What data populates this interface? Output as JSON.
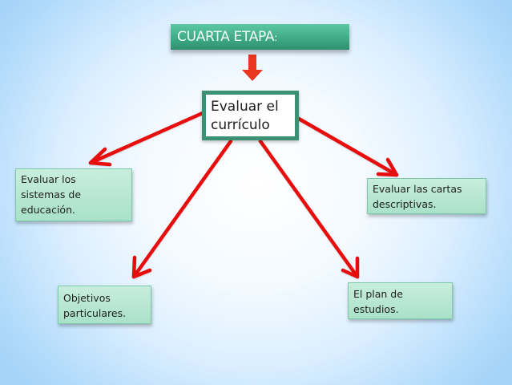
{
  "title": {
    "text": "CUARTA ETAPA",
    "suffix": ":"
  },
  "center_node": {
    "line1": "Evaluar el",
    "line2": "currículo"
  },
  "nodes": [
    {
      "id": "left",
      "lines": [
        "Evaluar los",
        "sistemas de",
        "educación."
      ]
    },
    {
      "id": "right",
      "lines": [
        "Evaluar las cartas",
        "descriptivas."
      ]
    },
    {
      "id": "bottom-left",
      "lines": [
        "Objetivos",
        "particulares."
      ]
    },
    {
      "id": "bottom-right",
      "lines": [
        "El plan de",
        "estudios."
      ]
    }
  ],
  "colors": {
    "title_green": "#40ab86",
    "center_border": "#3c9073",
    "node_fill": "#b8e7d2",
    "arrow_red": "#e8100a",
    "down_arrow": "#e8361f"
  }
}
